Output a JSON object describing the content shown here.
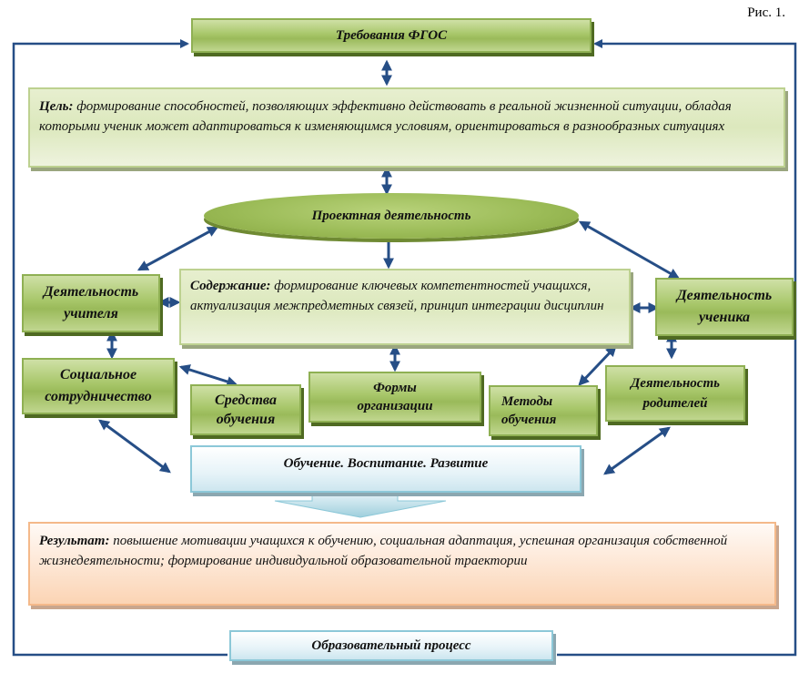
{
  "figure_label": "Рис. 1.",
  "nodes": {
    "fgos": "Требования ФГОС",
    "goal": {
      "label": "Цель:",
      "text": " формирование способностей,  позволяющих  эффективно  действовать  в реальной  жизненной ситуации, обладая  которыми ученик может адаптироваться  к изменяющимся условиям,  ориентироваться  в разнообразных  ситуациях"
    },
    "project": "Проектная  деятельность",
    "teacher": [
      "Деятельность",
      "учителя"
    ],
    "content": {
      "label": "Содержание:",
      "text": " формирование ключевых компетентностей учащихся, актуализация межпредметных связей, принцип интеграции  дисциплин"
    },
    "student": [
      "Деятельность",
      "ученика"
    ],
    "social": [
      "Социальное",
      "сотрудничество"
    ],
    "means": [
      "Средства",
      "обучения"
    ],
    "forms": [
      "Формы",
      "организации"
    ],
    "methods": [
      "Методы",
      "обучения"
    ],
    "parents": [
      "Деятельность",
      "родителей"
    ],
    "learning": "Обучение. Воспитание. Развитие",
    "result": {
      "label": "Результат:",
      "text": " повышение  мотивации учащихся к обучению, социальная адаптация, успешная организация  собственной  жизнедеятельности;  формирование  индивидуальной  образовательной траектории"
    },
    "process": "Образовательный  процесс"
  },
  "edges": [
    {
      "from": "fgos",
      "to": "goal",
      "type": "bidirectional"
    },
    {
      "from": "goal",
      "to": "project",
      "type": "bidirectional"
    },
    {
      "from": "project",
      "to": "content",
      "type": "directed"
    },
    {
      "from": "project",
      "to": "teacher",
      "type": "bidirectional"
    },
    {
      "from": "project",
      "to": "student",
      "type": "bidirectional"
    },
    {
      "from": "teacher",
      "to": "content",
      "type": "bidirectional"
    },
    {
      "from": "content",
      "to": "student",
      "type": "bidirectional"
    },
    {
      "from": "teacher",
      "to": "social",
      "type": "bidirectional"
    },
    {
      "from": "social",
      "to": "means",
      "type": "bidirectional"
    },
    {
      "from": "content",
      "to": "forms",
      "type": "bidirectional"
    },
    {
      "from": "content",
      "to": "methods",
      "type": "bidirectional"
    },
    {
      "from": "student",
      "to": "parents",
      "type": "bidirectional"
    },
    {
      "from": "social",
      "to": "learning",
      "type": "bidirectional"
    },
    {
      "from": "parents",
      "to": "learning",
      "type": "bidirectional"
    },
    {
      "from": "learning",
      "to": "result",
      "type": "directed"
    },
    {
      "from": "process",
      "to": "fgos",
      "type": "feedback-loop"
    }
  ],
  "colors": {
    "arrow": "#264e86",
    "green_box": "#9aba5a",
    "light_green_box": "#dce8bd",
    "light_blue_box": "#cde6ef",
    "peach_box": "#fbd4b4"
  }
}
